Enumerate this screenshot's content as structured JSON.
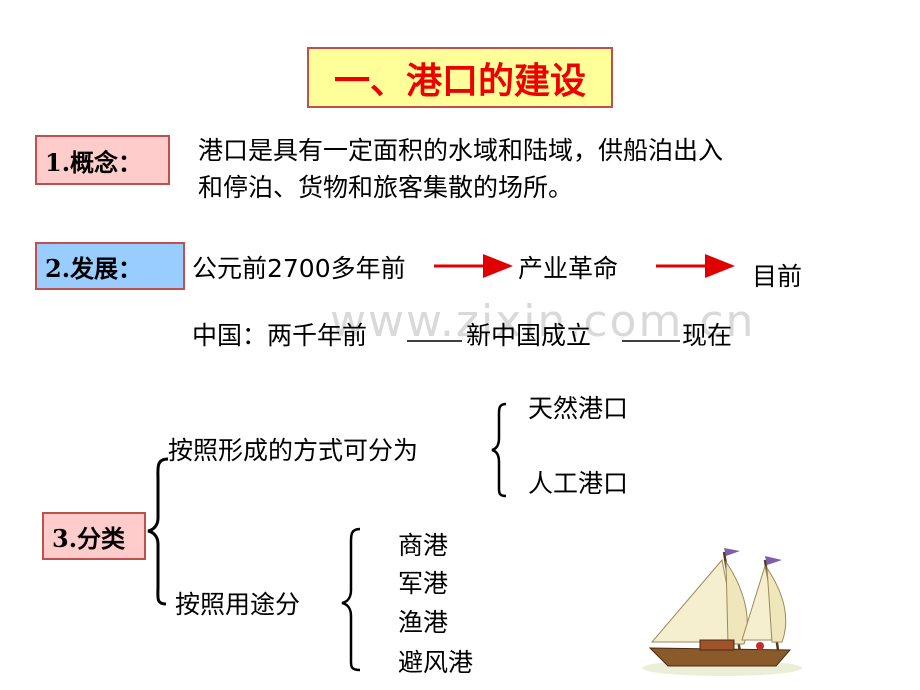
{
  "title": "一、港口的建设",
  "concept": {
    "label": "1.概念：",
    "line1": "港口是具有一定面积的水域和陆域，供船泊出入",
    "line2": "和停泊、货物和旅客集散的场所。"
  },
  "development": {
    "label": "2.发展：",
    "stage1": "公元前2700多年前",
    "stage2": "产业革命",
    "stage3": "目前",
    "china_start": "中国：两千年前",
    "china_mid": "新中国成立",
    "china_end": "现在"
  },
  "watermark": "www.zixin.com.cn",
  "classification": {
    "label": "3.分类",
    "by_formation": "按照形成的方式可分为",
    "formation_types": [
      "天然港口",
      "人工港口"
    ],
    "by_use": "按照用途分",
    "use_types": [
      "商港",
      "军港",
      "渔港",
      "避风港"
    ]
  },
  "colors": {
    "title_text": "#ee0000",
    "title_bg": "#ffff99",
    "box_border": "#c0504d",
    "concept_bg": "#ffcccc",
    "development_bg": "#99ccff",
    "arrow": "#e00000"
  },
  "icons": {
    "ship": "sailboat-illustration"
  }
}
